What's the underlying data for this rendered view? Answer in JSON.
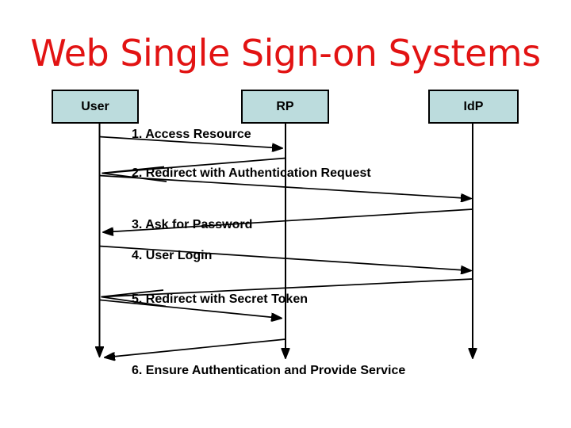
{
  "slide": {
    "title": "Web Single Sign-on Systems"
  },
  "colors": {
    "title_red": "#e21313",
    "actor_fill": "#bcdcdd",
    "line": "#000000",
    "background": "#ffffff"
  },
  "diagram": {
    "type": "sequence",
    "actors": [
      {
        "label": "User"
      },
      {
        "label": "RP"
      },
      {
        "label": "IdP"
      }
    ],
    "messages": [
      {
        "label": "1. Access Resource",
        "from": "User",
        "to": "RP",
        "head": "filled"
      },
      {
        "label": "2. Redirect with Authentication Request",
        "from": "RP",
        "to": "User",
        "then_to": "IdP",
        "head": "open"
      },
      {
        "label": "3. Ask for Password",
        "from": "IdP",
        "to": "User",
        "head": "filled"
      },
      {
        "label": "4. User Login",
        "from": "User",
        "to": "IdP",
        "head": "filled"
      },
      {
        "label": "5. Redirect with Secret Token",
        "from": "IdP",
        "to": "User",
        "then_to": "RP",
        "head": "open"
      },
      {
        "label": "6. Ensure Authentication and Provide Service",
        "from": "RP",
        "to": "User",
        "head": "filled"
      }
    ]
  }
}
